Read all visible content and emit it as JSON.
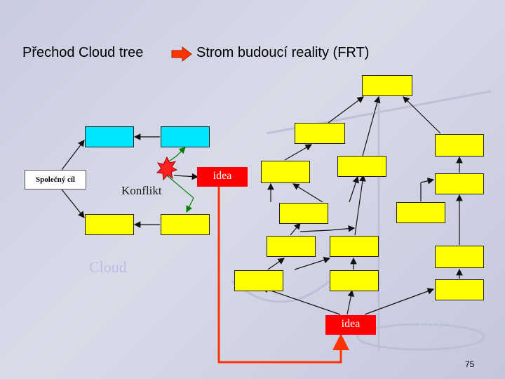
{
  "title": {
    "left": "Přechod Cloud tree",
    "right": "Strom budoucí reality  (FRT)"
  },
  "cloud": {
    "goal_label": "Společný cíl",
    "conflict_label": "Konflikt",
    "idea_label": "idea",
    "name": "Cloud"
  },
  "frt": {
    "idea_label": "idea",
    "name": "FRT"
  },
  "page_number": "75",
  "colors": {
    "background": "#d0d3e6",
    "need_box": "#00e5ff",
    "frt_box": "#ffff00",
    "idea_box": "#ff0000",
    "transition_arrow": "#ff3300",
    "conflict_link": "#008000",
    "explosion": "#ff2020"
  },
  "icons": [
    "transition-arrow-icon",
    "conflict-explosion-icon"
  ]
}
